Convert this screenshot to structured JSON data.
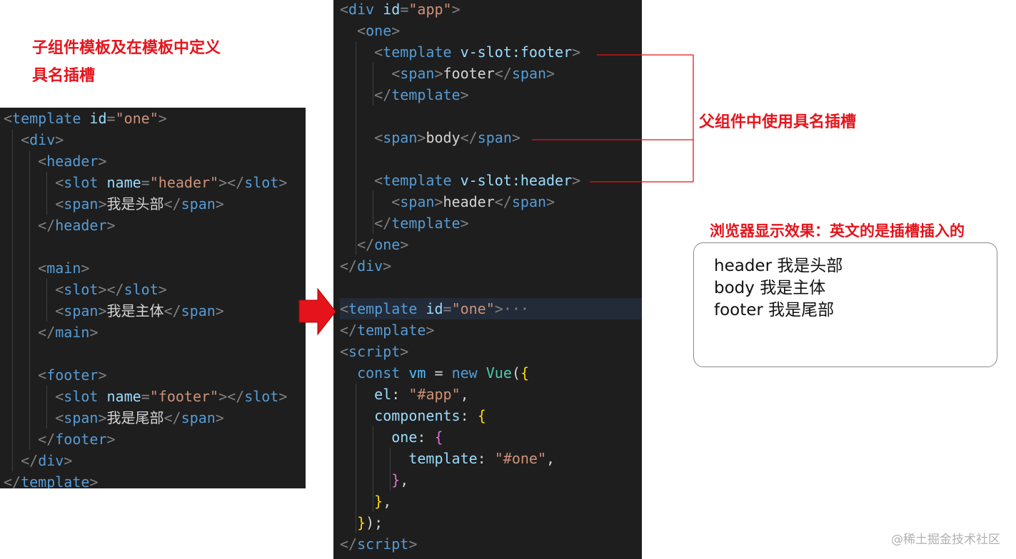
{
  "captions": {
    "child_template_line1": "子组件模板及在模板中定义",
    "child_template_line2": "具名插槽",
    "parent_usage": "父组件中使用具名插槽",
    "browser_result": "浏览器显示效果：英文的是插槽插入的"
  },
  "browser_output": {
    "lines": [
      "header 我是头部",
      "body 我是主体",
      "footer 我是尾部"
    ]
  },
  "watermark": "@稀土掘金技术社区",
  "colors": {
    "annotation_red": "#e5141c",
    "editor_background": "#1e1e1e"
  },
  "left_code": [
    [
      [
        "b",
        "<"
      ],
      [
        "t",
        "template"
      ],
      [
        "s",
        " "
      ],
      [
        "a",
        "id"
      ],
      [
        "b",
        "="
      ],
      [
        "q",
        "\"one\""
      ],
      [
        "b",
        ">"
      ]
    ],
    [
      [
        "s",
        "  "
      ],
      [
        "b",
        "<"
      ],
      [
        "t",
        "div"
      ],
      [
        "b",
        ">"
      ]
    ],
    [
      [
        "s",
        "    "
      ],
      [
        "b",
        "<"
      ],
      [
        "t",
        "header"
      ],
      [
        "b",
        ">"
      ]
    ],
    [
      [
        "s",
        "      "
      ],
      [
        "b",
        "<"
      ],
      [
        "t",
        "slot"
      ],
      [
        "s",
        " "
      ],
      [
        "a",
        "name"
      ],
      [
        "b",
        "="
      ],
      [
        "q",
        "\"header\""
      ],
      [
        "b",
        "></"
      ],
      [
        "t",
        "slot"
      ],
      [
        "b",
        ">"
      ]
    ],
    [
      [
        "s",
        "      "
      ],
      [
        "b",
        "<"
      ],
      [
        "t",
        "span"
      ],
      [
        "b",
        ">"
      ],
      [
        "x",
        "我是头部"
      ],
      [
        "b",
        "</"
      ],
      [
        "t",
        "span"
      ],
      [
        "b",
        ">"
      ]
    ],
    [
      [
        "s",
        "    "
      ],
      [
        "b",
        "</"
      ],
      [
        "t",
        "header"
      ],
      [
        "b",
        ">"
      ]
    ],
    [],
    [
      [
        "s",
        "    "
      ],
      [
        "b",
        "<"
      ],
      [
        "t",
        "main"
      ],
      [
        "b",
        ">"
      ]
    ],
    [
      [
        "s",
        "      "
      ],
      [
        "b",
        "<"
      ],
      [
        "t",
        "slot"
      ],
      [
        "b",
        "></"
      ],
      [
        "t",
        "slot"
      ],
      [
        "b",
        ">"
      ]
    ],
    [
      [
        "s",
        "      "
      ],
      [
        "b",
        "<"
      ],
      [
        "t",
        "span"
      ],
      [
        "b",
        ">"
      ],
      [
        "x",
        "我是主体"
      ],
      [
        "b",
        "</"
      ],
      [
        "t",
        "span"
      ],
      [
        "b",
        ">"
      ]
    ],
    [
      [
        "s",
        "    "
      ],
      [
        "b",
        "</"
      ],
      [
        "t",
        "main"
      ],
      [
        "b",
        ">"
      ]
    ],
    [],
    [
      [
        "s",
        "    "
      ],
      [
        "b",
        "<"
      ],
      [
        "t",
        "footer"
      ],
      [
        "b",
        ">"
      ]
    ],
    [
      [
        "s",
        "      "
      ],
      [
        "b",
        "<"
      ],
      [
        "t",
        "slot"
      ],
      [
        "s",
        " "
      ],
      [
        "a",
        "name"
      ],
      [
        "b",
        "="
      ],
      [
        "q",
        "\"footer\""
      ],
      [
        "b",
        "></"
      ],
      [
        "t",
        "slot"
      ],
      [
        "b",
        ">"
      ]
    ],
    [
      [
        "s",
        "      "
      ],
      [
        "b",
        "<"
      ],
      [
        "t",
        "span"
      ],
      [
        "b",
        ">"
      ],
      [
        "x",
        "我是尾部"
      ],
      [
        "b",
        "</"
      ],
      [
        "t",
        "span"
      ],
      [
        "b",
        ">"
      ]
    ],
    [
      [
        "s",
        "    "
      ],
      [
        "b",
        "</"
      ],
      [
        "t",
        "footer"
      ],
      [
        "b",
        ">"
      ]
    ],
    [
      [
        "s",
        "  "
      ],
      [
        "b",
        "</"
      ],
      [
        "t",
        "div"
      ],
      [
        "b",
        ">"
      ]
    ],
    [
      [
        "b",
        "</"
      ],
      [
        "t",
        "template"
      ],
      [
        "b",
        ">"
      ]
    ]
  ],
  "right_code": [
    [
      [
        "b",
        "<"
      ],
      [
        "t",
        "div"
      ],
      [
        "s",
        " "
      ],
      [
        "a",
        "id"
      ],
      [
        "b",
        "="
      ],
      [
        "q",
        "\"app\""
      ],
      [
        "b",
        ">"
      ]
    ],
    [
      [
        "s",
        "  "
      ],
      [
        "b",
        "<"
      ],
      [
        "t",
        "one"
      ],
      [
        "b",
        ">"
      ]
    ],
    [
      [
        "s",
        "    "
      ],
      [
        "b",
        "<"
      ],
      [
        "t",
        "template"
      ],
      [
        "s",
        " "
      ],
      [
        "a",
        "v-slot:footer"
      ],
      [
        "b",
        ">"
      ]
    ],
    [
      [
        "s",
        "      "
      ],
      [
        "b",
        "<"
      ],
      [
        "t",
        "span"
      ],
      [
        "b",
        ">"
      ],
      [
        "x",
        "footer"
      ],
      [
        "b",
        "</"
      ],
      [
        "t",
        "span"
      ],
      [
        "b",
        ">"
      ]
    ],
    [
      [
        "s",
        "    "
      ],
      [
        "b",
        "</"
      ],
      [
        "t",
        "template"
      ],
      [
        "b",
        ">"
      ]
    ],
    [],
    [
      [
        "s",
        "    "
      ],
      [
        "b",
        "<"
      ],
      [
        "t",
        "span"
      ],
      [
        "b",
        ">"
      ],
      [
        "x",
        "body"
      ],
      [
        "b",
        "</"
      ],
      [
        "t",
        "span"
      ],
      [
        "b",
        ">"
      ]
    ],
    [],
    [
      [
        "s",
        "    "
      ],
      [
        "b",
        "<"
      ],
      [
        "t",
        "template"
      ],
      [
        "s",
        " "
      ],
      [
        "a",
        "v-slot:header"
      ],
      [
        "b",
        ">"
      ]
    ],
    [
      [
        "s",
        "      "
      ],
      [
        "b",
        "<"
      ],
      [
        "t",
        "span"
      ],
      [
        "b",
        ">"
      ],
      [
        "x",
        "header"
      ],
      [
        "b",
        "</"
      ],
      [
        "t",
        "span"
      ],
      [
        "b",
        ">"
      ]
    ],
    [
      [
        "s",
        "    "
      ],
      [
        "b",
        "</"
      ],
      [
        "t",
        "template"
      ],
      [
        "b",
        ">"
      ]
    ],
    [
      [
        "s",
        "  "
      ],
      [
        "b",
        "</"
      ],
      [
        "t",
        "one"
      ],
      [
        "b",
        ">"
      ]
    ],
    [
      [
        "b",
        "</"
      ],
      [
        "t",
        "div"
      ],
      [
        "b",
        ">"
      ]
    ],
    [],
    [
      [
        "b",
        "<"
      ],
      [
        "t",
        "template"
      ],
      [
        "s",
        " "
      ],
      [
        "a",
        "id"
      ],
      [
        "b",
        "="
      ],
      [
        "q",
        "\"one\""
      ],
      [
        "b",
        ">"
      ],
      [
        "e",
        "···"
      ]
    ],
    [
      [
        "b",
        "</"
      ],
      [
        "t",
        "template"
      ],
      [
        "b",
        ">"
      ]
    ],
    [
      [
        "b",
        "<"
      ],
      [
        "t",
        "script"
      ],
      [
        "b",
        ">"
      ]
    ],
    [
      [
        "s",
        "  "
      ],
      [
        "k",
        "const"
      ],
      [
        "s",
        " "
      ],
      [
        "v",
        "vm"
      ],
      [
        "s",
        " "
      ],
      [
        "x",
        "="
      ],
      [
        "s",
        " "
      ],
      [
        "k",
        "new"
      ],
      [
        "s",
        " "
      ],
      [
        "c",
        "Vue"
      ],
      [
        "x",
        "("
      ],
      [
        "y",
        "{"
      ]
    ],
    [
      [
        "s",
        "    "
      ],
      [
        "p",
        "el"
      ],
      [
        "x",
        ": "
      ],
      [
        "q",
        "\"#app\""
      ],
      [
        "x",
        ","
      ]
    ],
    [
      [
        "s",
        "    "
      ],
      [
        "p",
        "components"
      ],
      [
        "x",
        ": "
      ],
      [
        "y",
        "{"
      ]
    ],
    [
      [
        "s",
        "      "
      ],
      [
        "p",
        "one"
      ],
      [
        "x",
        ": "
      ],
      [
        "z",
        "{"
      ]
    ],
    [
      [
        "s",
        "        "
      ],
      [
        "p",
        "template"
      ],
      [
        "x",
        ": "
      ],
      [
        "q",
        "\"#one\""
      ],
      [
        "x",
        ","
      ]
    ],
    [
      [
        "s",
        "      "
      ],
      [
        "z",
        "}"
      ],
      [
        "x",
        ","
      ]
    ],
    [
      [
        "s",
        "    "
      ],
      [
        "y",
        "}"
      ],
      [
        "x",
        ","
      ]
    ],
    [
      [
        "s",
        "  "
      ],
      [
        "y",
        "}"
      ],
      [
        "x",
        ");"
      ]
    ],
    [
      [
        "b",
        "</"
      ],
      [
        "t",
        "script"
      ],
      [
        "b",
        ">"
      ]
    ]
  ]
}
